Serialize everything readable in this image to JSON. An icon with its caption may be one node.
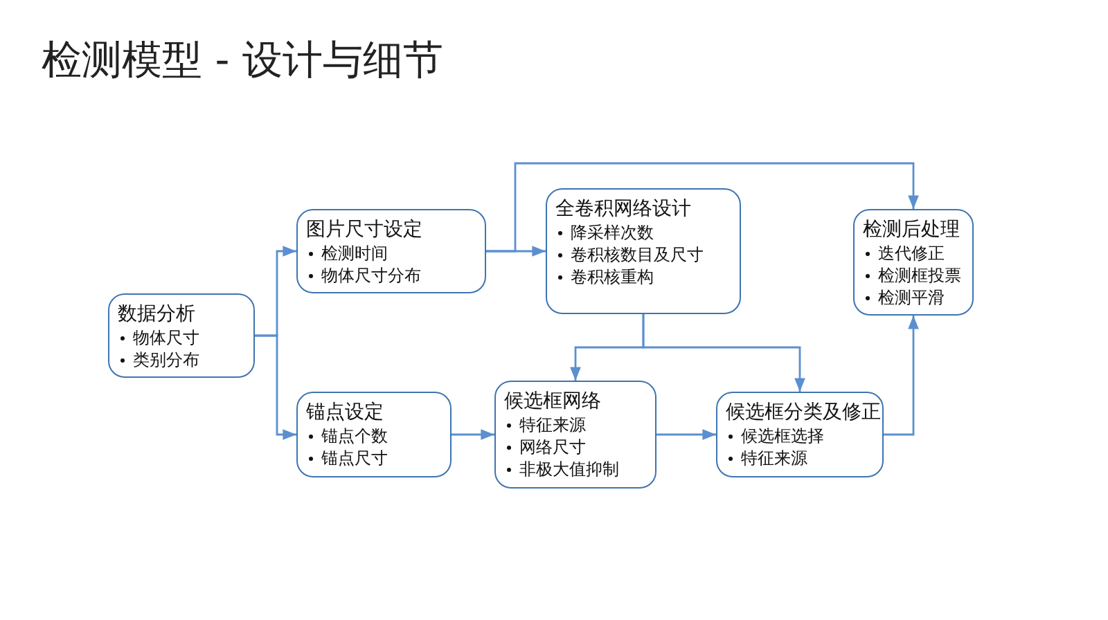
{
  "diagram": {
    "title": "检测模型 - 设计与细节",
    "nodes": [
      {
        "text": [
          "数据分析",
          "物体尺寸",
          "类别分布"
        ]
      },
      {
        "text": [
          "图片尺寸设定",
          "检测时间",
          "物体尺寸分布"
        ]
      },
      {
        "text": [
          "锚点设定",
          "锚点个数",
          "锚点尺寸"
        ]
      },
      {
        "text": [
          "全卷积网络设计",
          "降采样次数",
          "卷积核数目及尺寸",
          "卷积核重构"
        ]
      },
      {
        "text": [
          "候选框网络",
          "特征来源",
          "网络尺寸",
          "非极大值抑制"
        ]
      },
      {
        "text": [
          "候选框分类及修正",
          "候选框选择",
          "特征来源"
        ]
      },
      {
        "text": [
          "检测后处理",
          "迭代修正",
          "检测框投票",
          "检测平滑"
        ]
      }
    ],
    "edges": [
      {
        "from": 0,
        "to": 1,
        "arrow": "to"
      },
      {
        "from": 0,
        "to": 2,
        "arrow": "to"
      },
      {
        "from": 1,
        "to": 3,
        "arrow": "to"
      },
      {
        "from": 1,
        "to": 6,
        "arrow": "to"
      },
      {
        "from": 2,
        "to": 4,
        "arrow": "to"
      },
      {
        "from": 3,
        "to": 4,
        "arrow": "to"
      },
      {
        "from": 3,
        "to": 5,
        "arrow": "to"
      },
      {
        "from": 4,
        "to": 5,
        "arrow": "to"
      },
      {
        "from": 5,
        "to": 6,
        "arrow": "to"
      }
    ]
  }
}
